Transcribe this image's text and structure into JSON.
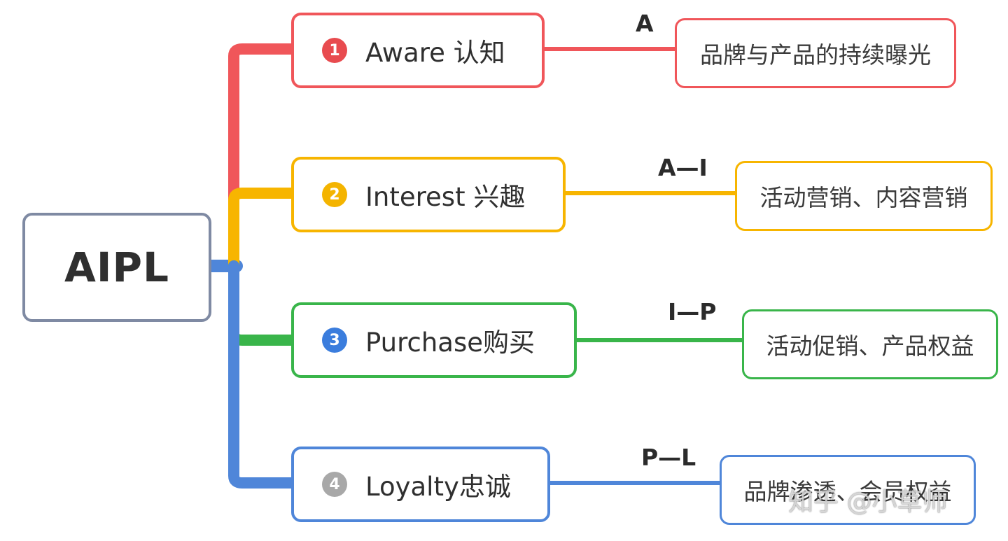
{
  "root": {
    "label": "AIPL",
    "color": "#7f8aa3"
  },
  "stages": [
    {
      "num": "1",
      "label": "Aware 认知",
      "transition": "A",
      "description": "品牌与产品的持续曝光",
      "color": "#f0565a",
      "num_color": "#e84b4f"
    },
    {
      "num": "2",
      "label": "Interest 兴趣",
      "transition": "A—I",
      "description": "活动营销、内容营销",
      "color": "#f7b500",
      "num_color": "#f4b400"
    },
    {
      "num": "3",
      "label": "Purchase购买",
      "transition": "I—P",
      "description": "活动促销、产品权益",
      "color": "#39b54a",
      "num_color": "#3b7ddd"
    },
    {
      "num": "4",
      "label": "Loyalty忠诚",
      "transition": "P—L",
      "description": "品牌渗透、会员权益",
      "color": "#4f86d9",
      "num_color": "#a8a8a8"
    }
  ],
  "watermark": "知乎 @小草师"
}
